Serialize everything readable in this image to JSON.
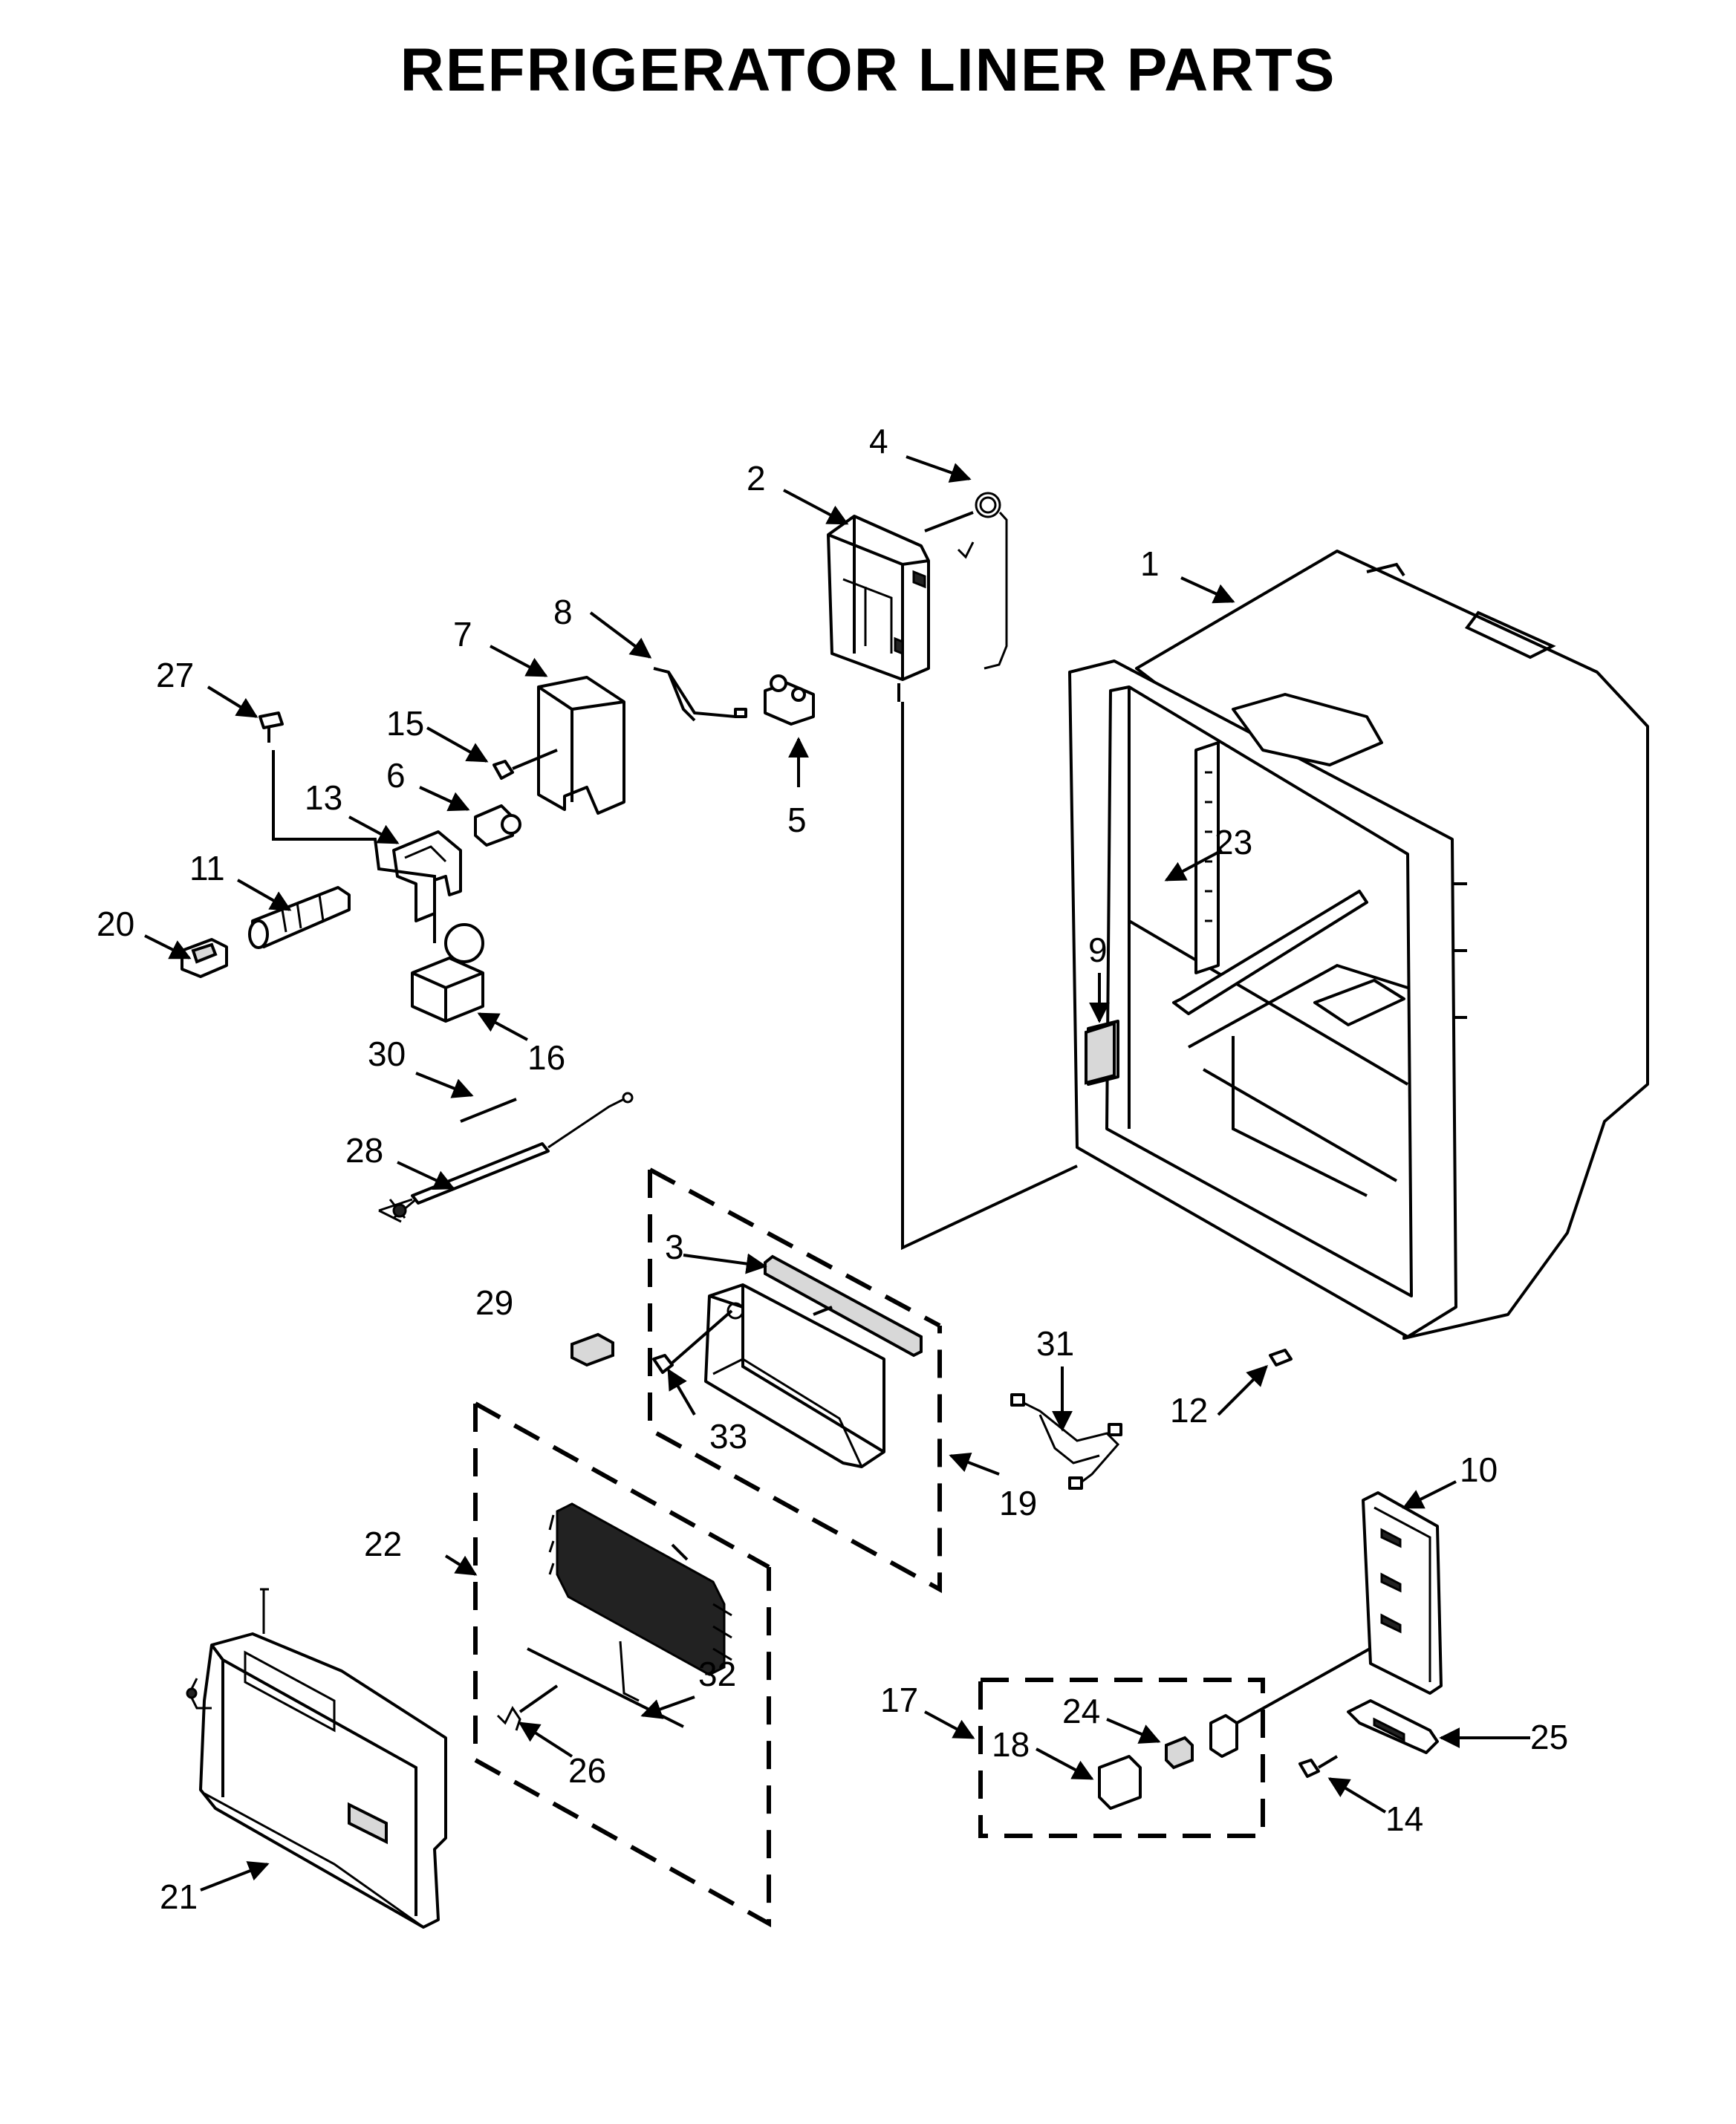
{
  "title": "REFRIGERATOR LINER PARTS",
  "callouts": [
    {
      "id": "1",
      "text": "1"
    },
    {
      "id": "2",
      "text": "2"
    },
    {
      "id": "3",
      "text": "3"
    },
    {
      "id": "4",
      "text": "4"
    },
    {
      "id": "5",
      "text": "5"
    },
    {
      "id": "6",
      "text": "6"
    },
    {
      "id": "7",
      "text": "7"
    },
    {
      "id": "8",
      "text": "8"
    },
    {
      "id": "9",
      "text": "9"
    },
    {
      "id": "10",
      "text": "10"
    },
    {
      "id": "11",
      "text": "11"
    },
    {
      "id": "12",
      "text": "12"
    },
    {
      "id": "13",
      "text": "13"
    },
    {
      "id": "14",
      "text": "14"
    },
    {
      "id": "15",
      "text": "15"
    },
    {
      "id": "16",
      "text": "16"
    },
    {
      "id": "17",
      "text": "17"
    },
    {
      "id": "18",
      "text": "18"
    },
    {
      "id": "19",
      "text": "19"
    },
    {
      "id": "20",
      "text": "20"
    },
    {
      "id": "21",
      "text": "21"
    },
    {
      "id": "22",
      "text": "22"
    },
    {
      "id": "23",
      "text": "23"
    },
    {
      "id": "24",
      "text": "24"
    },
    {
      "id": "25",
      "text": "25"
    },
    {
      "id": "26",
      "text": "26"
    },
    {
      "id": "27",
      "text": "27"
    },
    {
      "id": "28",
      "text": "28"
    },
    {
      "id": "29",
      "text": "29"
    },
    {
      "id": "30",
      "text": "30"
    },
    {
      "id": "31",
      "text": "31"
    },
    {
      "id": "32",
      "text": "32"
    },
    {
      "id": "33",
      "text": "33"
    }
  ]
}
